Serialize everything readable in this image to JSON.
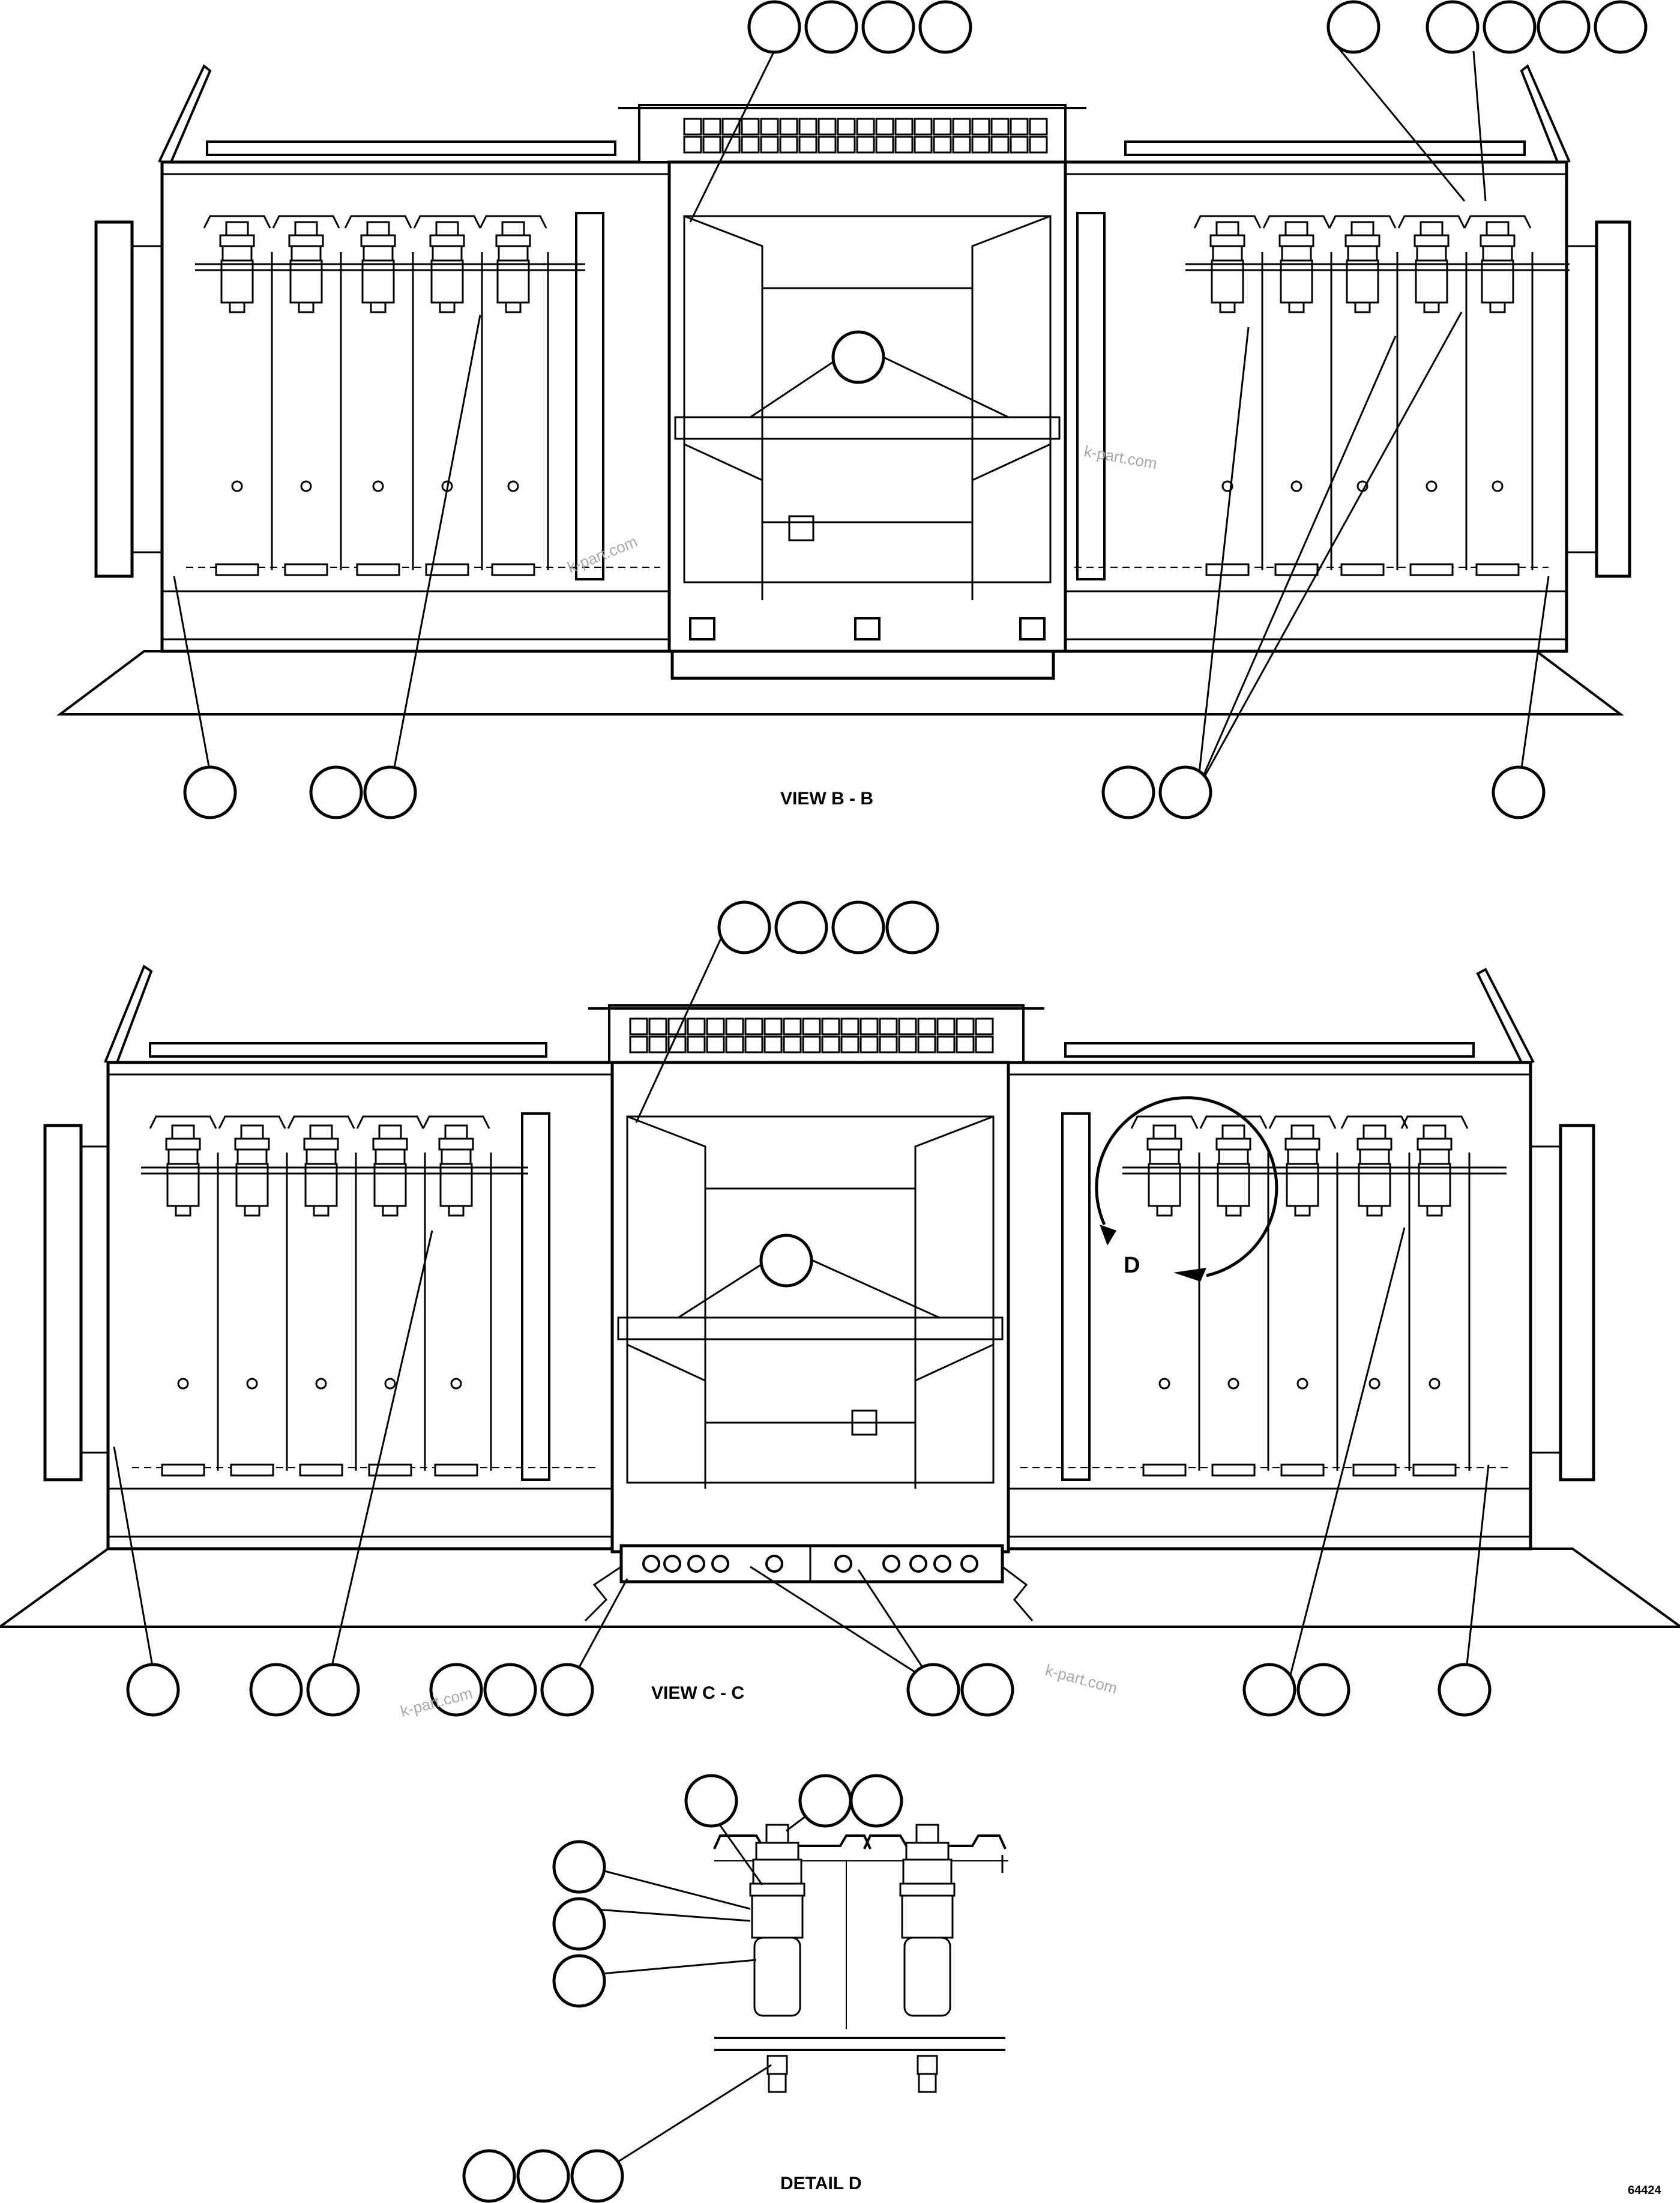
{
  "views": {
    "view_b": {
      "label": "VIEW B - B"
    },
    "view_c": {
      "label": "VIEW C - C",
      "detail_letter": "D"
    },
    "detail_d": {
      "label": "DETAIL D"
    }
  },
  "watermark": "k-part.com",
  "drawing_number": "64424"
}
